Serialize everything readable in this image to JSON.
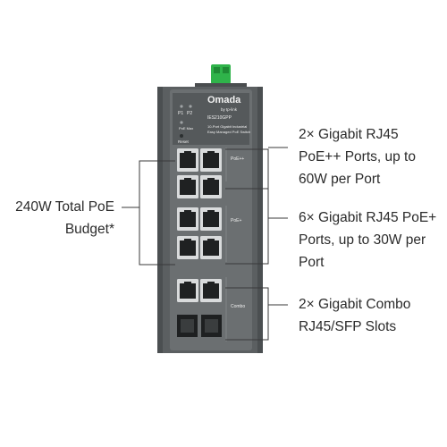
{
  "device": {
    "brand": "Omada",
    "brand_sub": "by tp-link",
    "model": "IES210GPP",
    "desc_line1": "10-Port Gigabit Industrial",
    "desc_line2": "Easy Managed PoE Switch",
    "led_p1": "P1",
    "led_p2": "P2",
    "led_poe_max": "PoE Max",
    "reset_label": "Reset",
    "group_poe_plus_plus": "PoE++",
    "group_poe_plus": "PoE+",
    "group_combo": "Combo",
    "colors": {
      "body": "#5b5f61",
      "panel": "#6b6f71",
      "terminal": "#2fb34a",
      "line": "#3a3a3a"
    }
  },
  "callouts": {
    "poe_budget": {
      "line1": "240W Total PoE",
      "line2": "Budget*"
    },
    "poe_plus_plus": {
      "line1": "2× Gigabit RJ45",
      "line2": "PoE++ Ports, up to",
      "line3": "60W per Port"
    },
    "poe_plus": {
      "line1": "6× Gigabit RJ45 PoE+",
      "line2": "Ports, up to 30W per",
      "line3": "Port"
    },
    "combo": {
      "line1": "2× Gigabit Combo",
      "line2": "RJ45/SFP Slots"
    }
  }
}
